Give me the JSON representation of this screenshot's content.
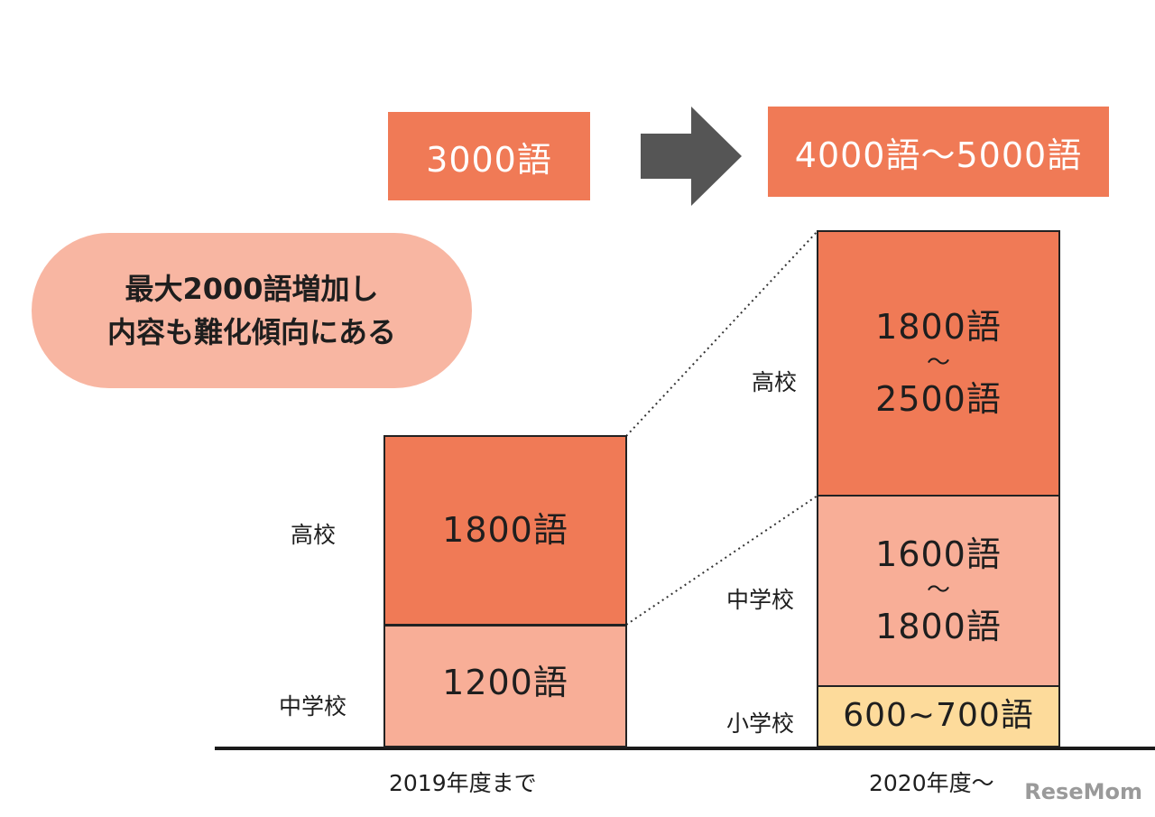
{
  "header": {
    "old_total": "3000語",
    "new_total": "4000語～5000語"
  },
  "callout": {
    "line1": "最大2000語増加し",
    "line2": "内容も難化傾向にある"
  },
  "before": {
    "period_label": "2019年度まで",
    "high_school": {
      "label": "高校",
      "value": "1800語"
    },
    "junior_high": {
      "label": "中学校",
      "value": "1200語"
    }
  },
  "after": {
    "period_label": "2020年度～",
    "high_school": {
      "label": "高校",
      "value_from": "1800語",
      "tilde": "～",
      "value_to": "2500語"
    },
    "junior_high": {
      "label": "中学校",
      "value_from": "1600語",
      "tilde": "～",
      "value_to": "1800語"
    },
    "elementary": {
      "label": "小学校",
      "value": "600~700語"
    }
  },
  "watermark": "ReseMom",
  "colors": {
    "high_school": "#f07a56",
    "junior_high": "#f8ae97",
    "elementary": "#fddb9b",
    "callout": "#f8b6a2",
    "arrow": "#555555"
  }
}
